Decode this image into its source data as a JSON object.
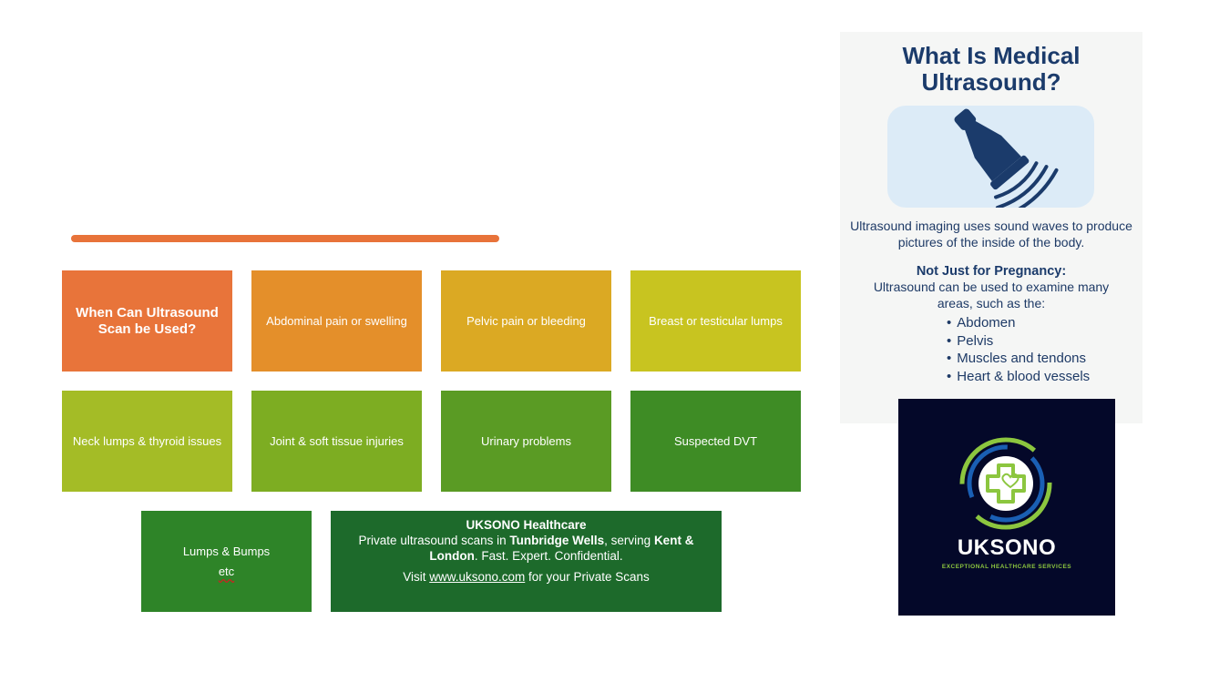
{
  "tiles": {
    "title": "When Can Ultrasound Scan be Used?",
    "t1": "Abdominal pain or swelling",
    "t2": "Pelvic pain or bleeding",
    "t3": "Breast or testicular lumps",
    "t4": "Neck lumps & thyroid issues",
    "t5": "Joint & soft tissue injuries",
    "t6": "Urinary problems",
    "t7": "Suspected DVT",
    "lumps": "Lumps & Bumps",
    "etc": "etc"
  },
  "info": {
    "heading": "UKSONO Healthcare",
    "line_a": "Private ultrasound scans in ",
    "place1": "Tunbridge Wells",
    "line_b": ", serving ",
    "place2": "Kent & London",
    "line_c": ". Fast. Expert. Confidential.",
    "visit_a": "Visit ",
    "link": "www.uksono.com",
    "visit_b": " for your Private Scans"
  },
  "panel": {
    "title": "What Is Medical Ultrasound?",
    "desc": "Ultrasound imaging uses sound waves to produce pictures of the inside of the body.",
    "subheading": "Not Just for Pregnancy:",
    "subtext": "Ultrasound can be used to examine many areas, such as the:",
    "areas": [
      "Abdomen",
      "Pelvis",
      "Muscles and tendons",
      "Heart & blood vessels"
    ]
  },
  "logo": {
    "name": "UKSONO",
    "tagline": "EXCEPTIONAL HEALTHCARE SERVICES"
  },
  "colors": {
    "stroke": "#e8733a",
    "tile_title": "#e8743a",
    "tile_1": "#e48f2a",
    "tile_2": "#dba923",
    "tile_3": "#c8c420",
    "tile_4": "#a4bc26",
    "tile_5": "#7dad22",
    "tile_6": "#5a9b24",
    "tile_7": "#3e8c25",
    "tile_lumps": "#2e8428",
    "info_bg": "#1d6a2b",
    "panel_bg": "#f5f6f5",
    "navy": "#1b3b6b",
    "logo_bg": "#040829",
    "logo_green": "#8cc63f"
  },
  "icons": [
    "ultrasound-probe-icon",
    "medical-cross-heart-icon"
  ]
}
